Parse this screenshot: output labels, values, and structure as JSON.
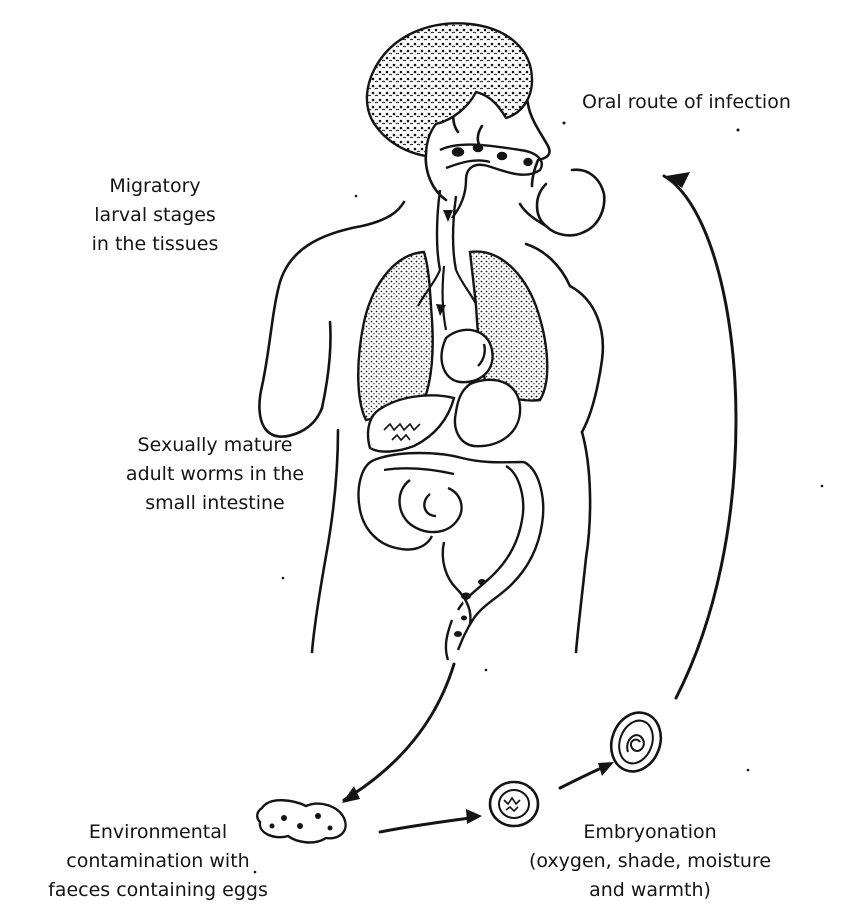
{
  "diagram": {
    "colors": {
      "ink": "#141414",
      "background": "#ffffff"
    },
    "labels": {
      "oral_route": "Oral route of infection",
      "migratory": [
        "Migratory",
        "larval stages",
        "in the tissues"
      ],
      "sexually_mature": [
        "Sexually mature",
        "adult worms in the",
        "small intestine"
      ],
      "environmental": [
        "Environmental",
        "contamination with",
        "faeces containing eggs"
      ],
      "embryonation": [
        "Embryonation",
        "(oxygen, shade, moisture",
        "and warmth)"
      ]
    }
  }
}
